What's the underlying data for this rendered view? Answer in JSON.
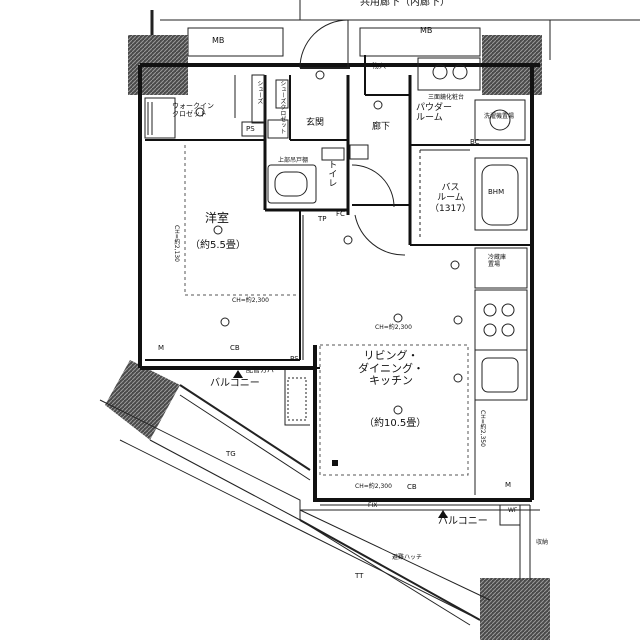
{
  "corridor": "共用廊下（内廊下）",
  "mb_left": "MB",
  "mb_right": "MB",
  "storage_in": "物入",
  "shoe_cabinet": "シューズ",
  "shoe_closet": "シューズクロゼット",
  "walkin_closet": "ウォークイン\nクロゼット",
  "genkan": "玄関",
  "rouka": "廊下",
  "powder_room": "パウダー\nルーム",
  "mirror_cabinet": "三面鏡化粧台",
  "washer": "洗濯機置場",
  "ps_top": "PS",
  "ps_mid": "PS",
  "toilet": "トイレ",
  "toilet_shelf": "上部吊戸棚",
  "fc": "FC",
  "tp": "TP",
  "bc": "BC",
  "bath": "バス\nルーム\n（1317）",
  "bhm": "BHM",
  "fridge": "冷蔵庫\n置場",
  "western_room": "洋室",
  "western_size": "（約5.5畳）",
  "ch_western_a": "CH=約2,130",
  "ch_western_b": "CH=約2,300",
  "ch_ldk": "CH=約2,300",
  "ch_kitchen": "CH=約2,350",
  "ch_bottom": "CH=約2,300",
  "cb_a": "CB",
  "cb_b": "CB",
  "m_a": "M",
  "m_b": "M",
  "ldk": "リビング・\nダイニング・\nキッチン",
  "ldk_size": "（約10.5畳）",
  "haikan": "配管カバー",
  "balcony_left": "バルコニー",
  "balcony_bottom": "バルコニー",
  "tg": "TG",
  "tt": "TT",
  "fix": "FIX",
  "wf": "WF",
  "shokei": "避難ハッチ",
  "tansu": "収納"
}
